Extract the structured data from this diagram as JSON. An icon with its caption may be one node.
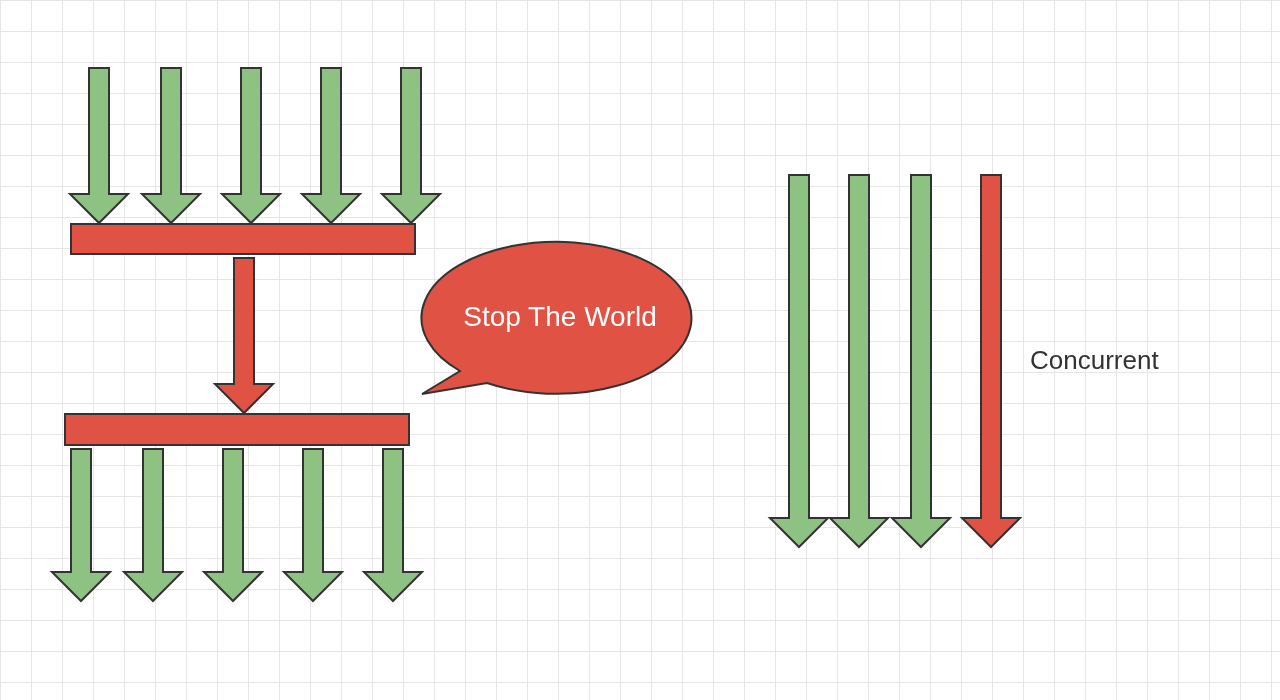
{
  "diagram": {
    "nodes": [
      {
        "text": [],
        "shape": "bar"
      },
      {
        "text": [],
        "shape": "bar"
      },
      {
        "text": [
          "Stop The World"
        ]
      }
    ],
    "edges": [
      {
        "from": null,
        "to": 0,
        "arrow": "to"
      },
      {
        "from": null,
        "to": 0,
        "arrow": "to"
      },
      {
        "from": null,
        "to": 0,
        "arrow": "to"
      },
      {
        "from": null,
        "to": 0,
        "arrow": "to"
      },
      {
        "from": null,
        "to": 0,
        "arrow": "to"
      },
      {
        "from": 0,
        "to": 1,
        "arrow": "to",
        "color": "#e05244"
      },
      {
        "from": 1,
        "to": null,
        "arrow": "to"
      },
      {
        "from": 1,
        "to": null,
        "arrow": "to"
      },
      {
        "from": 1,
        "to": null,
        "arrow": "to"
      },
      {
        "from": 1,
        "to": null,
        "arrow": "to"
      },
      {
        "from": 1,
        "to": null,
        "arrow": "to"
      }
    ],
    "labels": [
      "Concurrent"
    ]
  }
}
